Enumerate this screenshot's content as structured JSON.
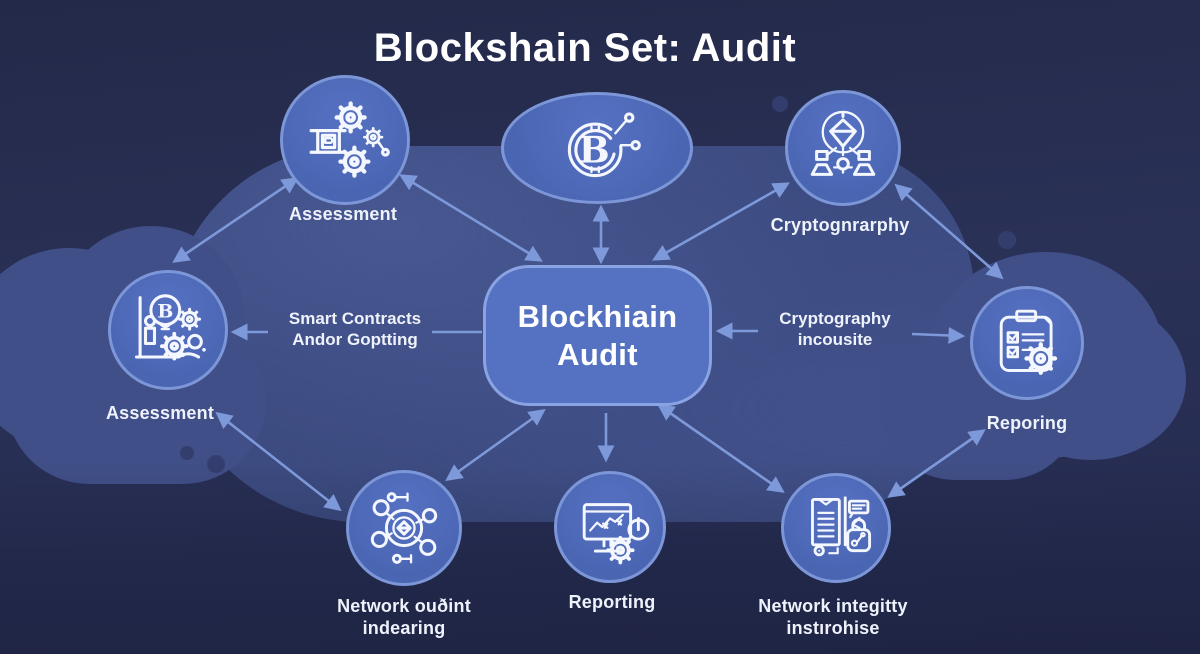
{
  "title": "Blockshain Set: Audit",
  "center_node": {
    "label": "Blockhiain\nAudit"
  },
  "nodes": {
    "top_left": {
      "label": "Assessment",
      "icon": "gears-machine-icon"
    },
    "top_center": {
      "label": "",
      "icon": "bitcoin-icon"
    },
    "top_right": {
      "label": "Cryptognrarphy",
      "icon": "crypto-network-icon"
    },
    "left": {
      "label": "Assessment",
      "icon": "bulb-person-gears-icon"
    },
    "right": {
      "label": "Reporing",
      "icon": "clipboard-gear-icon"
    },
    "bottom_left": {
      "label": "Network ouðint\nindearing",
      "icon": "network-hub-icon"
    },
    "bottom_center": {
      "label": "Reporting",
      "icon": "monitor-chart-icon"
    },
    "bottom_right": {
      "label": "Network integitty\ninstırohise",
      "icon": "doc-lock-icon"
    }
  },
  "edge_labels": {
    "left": "Smart Contracts\nAndor Goptting",
    "right": "Cryptography\nincousite"
  },
  "colors": {
    "background": "#272e55",
    "blob": "#3c4b80",
    "node_fill": "#4c68b6",
    "node_border": "#7c96d8",
    "center_fill": "#5571c1",
    "center_border": "#8aa3e2",
    "arrow": "#7e99d9",
    "text": "#f0f3fc"
  }
}
